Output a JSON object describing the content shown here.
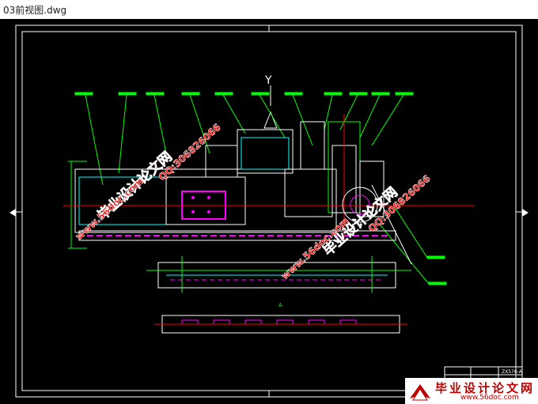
{
  "window": {
    "title": "03前视图.dwg"
  },
  "drawing": {
    "view_marker": "Y",
    "section_label": "A",
    "title_block_text": "ZX576-A"
  },
  "watermarks": {
    "site_cn": "毕业设计论文网",
    "site_url": "www.56doc.com",
    "qq": "QQ:306826066"
  },
  "logo": {
    "text": "毕业设计论文网",
    "url": "www.56doc.com"
  },
  "colors": {
    "background": "#000000",
    "outline": "#ffffff",
    "leader": "#00ff00",
    "center_line": "#ff0000",
    "magenta": "#ff00ff",
    "cyan": "#00ffff",
    "watermark_text": "#ff0000",
    "watermark_outline": "#ffffff"
  }
}
